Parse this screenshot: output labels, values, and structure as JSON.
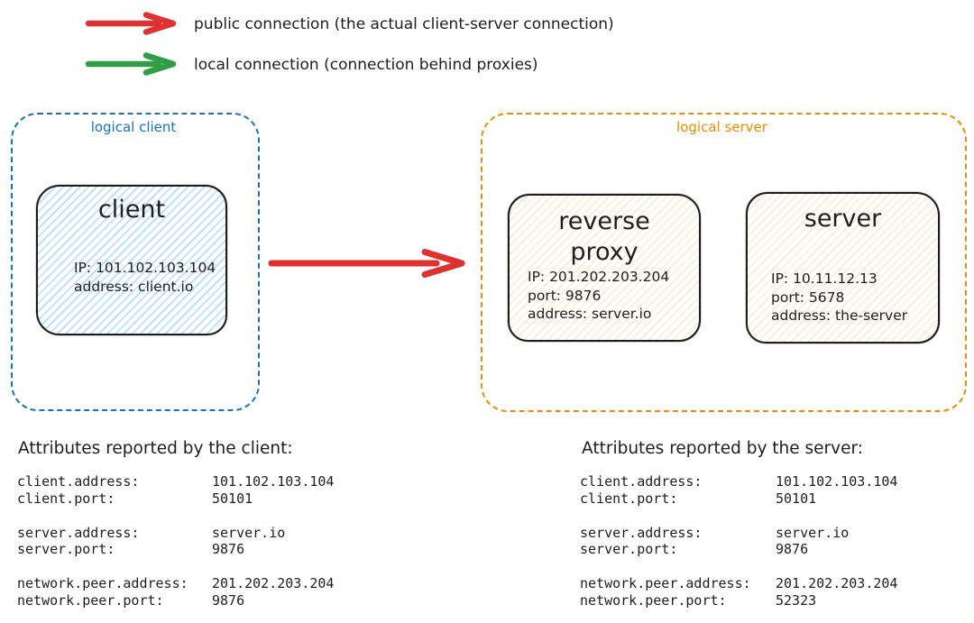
{
  "colors": {
    "arrow_public": "#e03131",
    "arrow_local": "#2f9e44",
    "logical_client_border": "#1971c2",
    "logical_server_border": "#f08c00",
    "ink": "#1e1e1e",
    "client_fill_hatch": "#a5d8ff",
    "server_fill_hatch": "#ffd8a8"
  },
  "legend": {
    "public_label": "public connection (the actual client-server connection)",
    "local_label": "local connection (connection behind proxies)"
  },
  "logical_client": {
    "label": "logical client",
    "client": {
      "title": "client",
      "lines": [
        "IP: 101.102.103.104",
        "address: client.io"
      ]
    }
  },
  "logical_server": {
    "label": "logical server",
    "reverse_proxy": {
      "title_lines": [
        "reverse",
        "proxy"
      ],
      "lines": [
        "IP: 201.202.203.204",
        "port: 9876",
        "address: server.io"
      ]
    },
    "server": {
      "title": "server",
      "lines": [
        "IP: 10.11.12.13",
        "port: 5678",
        "address: the-server"
      ]
    }
  },
  "client_attributes": {
    "heading": "Attributes reported by the client:",
    "groups": [
      [
        {
          "key": "client.address:",
          "value": "101.102.103.104"
        },
        {
          "key": "client.port:",
          "value": "50101"
        }
      ],
      [
        {
          "key": "server.address:",
          "value": "server.io"
        },
        {
          "key": "server.port:",
          "value": "9876"
        }
      ],
      [
        {
          "key": "network.peer.address:",
          "value": "201.202.203.204"
        },
        {
          "key": "network.peer.port:",
          "value": "9876"
        }
      ]
    ]
  },
  "server_attributes": {
    "heading": "Attributes reported by the server:",
    "groups": [
      [
        {
          "key": "client.address:",
          "value": "101.102.103.104"
        },
        {
          "key": "client.port:",
          "value": "50101"
        }
      ],
      [
        {
          "key": "server.address:",
          "value": "server.io"
        },
        {
          "key": "server.port:",
          "value": "9876"
        }
      ],
      [
        {
          "key": "network.peer.address:",
          "value": "201.202.203.204"
        },
        {
          "key": "network.peer.port:",
          "value": "52323"
        }
      ]
    ]
  }
}
